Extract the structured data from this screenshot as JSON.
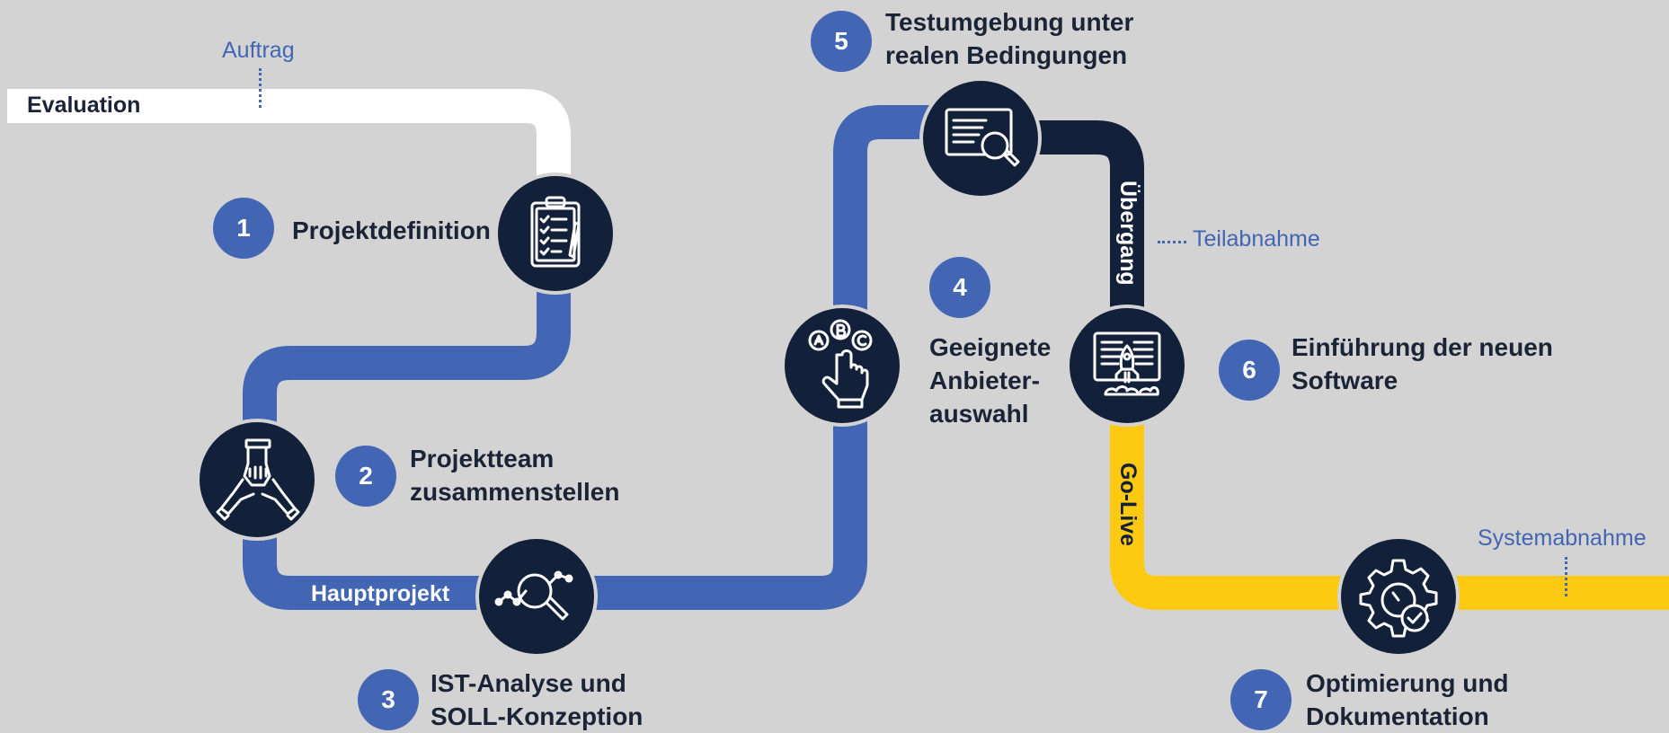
{
  "labels": {
    "evaluation": "Evaluation",
    "auftrag": "Auftrag",
    "hauptprojekt": "Hauptprojekt",
    "uebergang": "Übergang",
    "teilabnahme": "Teilabnahme",
    "golive": "Go-Live",
    "systemabnahme": "Systemabnahme"
  },
  "steps": [
    {
      "number": "1",
      "lines": [
        "Projektdefinition"
      ]
    },
    {
      "number": "2",
      "lines": [
        "Projektteam",
        "zusammenstellen"
      ]
    },
    {
      "number": "3",
      "lines": [
        "IST-Analyse und",
        "SOLL-Konzeption"
      ]
    },
    {
      "number": "4",
      "lines": [
        "Geeignete",
        "Anbieter-",
        "auswahl"
      ]
    },
    {
      "number": "5",
      "lines": [
        "Testumgebung unter",
        "realen Bedingungen"
      ]
    },
    {
      "number": "6",
      "lines": [
        "Einführung der neuen",
        "Software"
      ]
    },
    {
      "number": "7",
      "lines": [
        "Optimierung und",
        "Dokumentation"
      ]
    }
  ],
  "icons": [
    {
      "step": "1",
      "icon": "clipboard-checklist-icon"
    },
    {
      "step": "2",
      "icon": "team-hands-icon"
    },
    {
      "step": "3",
      "icon": "analysis-magnifier-icon"
    },
    {
      "step": "4",
      "icon": "abc-choice-hand-icon"
    },
    {
      "step": "5",
      "icon": "document-search-icon"
    },
    {
      "step": "6",
      "icon": "rocket-launch-screen-icon"
    },
    {
      "step": "7",
      "icon": "gear-check-icon"
    }
  ],
  "colors": {
    "background": "#d3d3d3",
    "evaluation_path": "#ffffff",
    "main_path": "#4266b3",
    "transition_path": "#13203a",
    "golive_path": "#fdc911",
    "icon_circle": "#13203a",
    "badge": "#4266b3",
    "text_dark": "#1b2436",
    "note_text": "#4266b3"
  }
}
